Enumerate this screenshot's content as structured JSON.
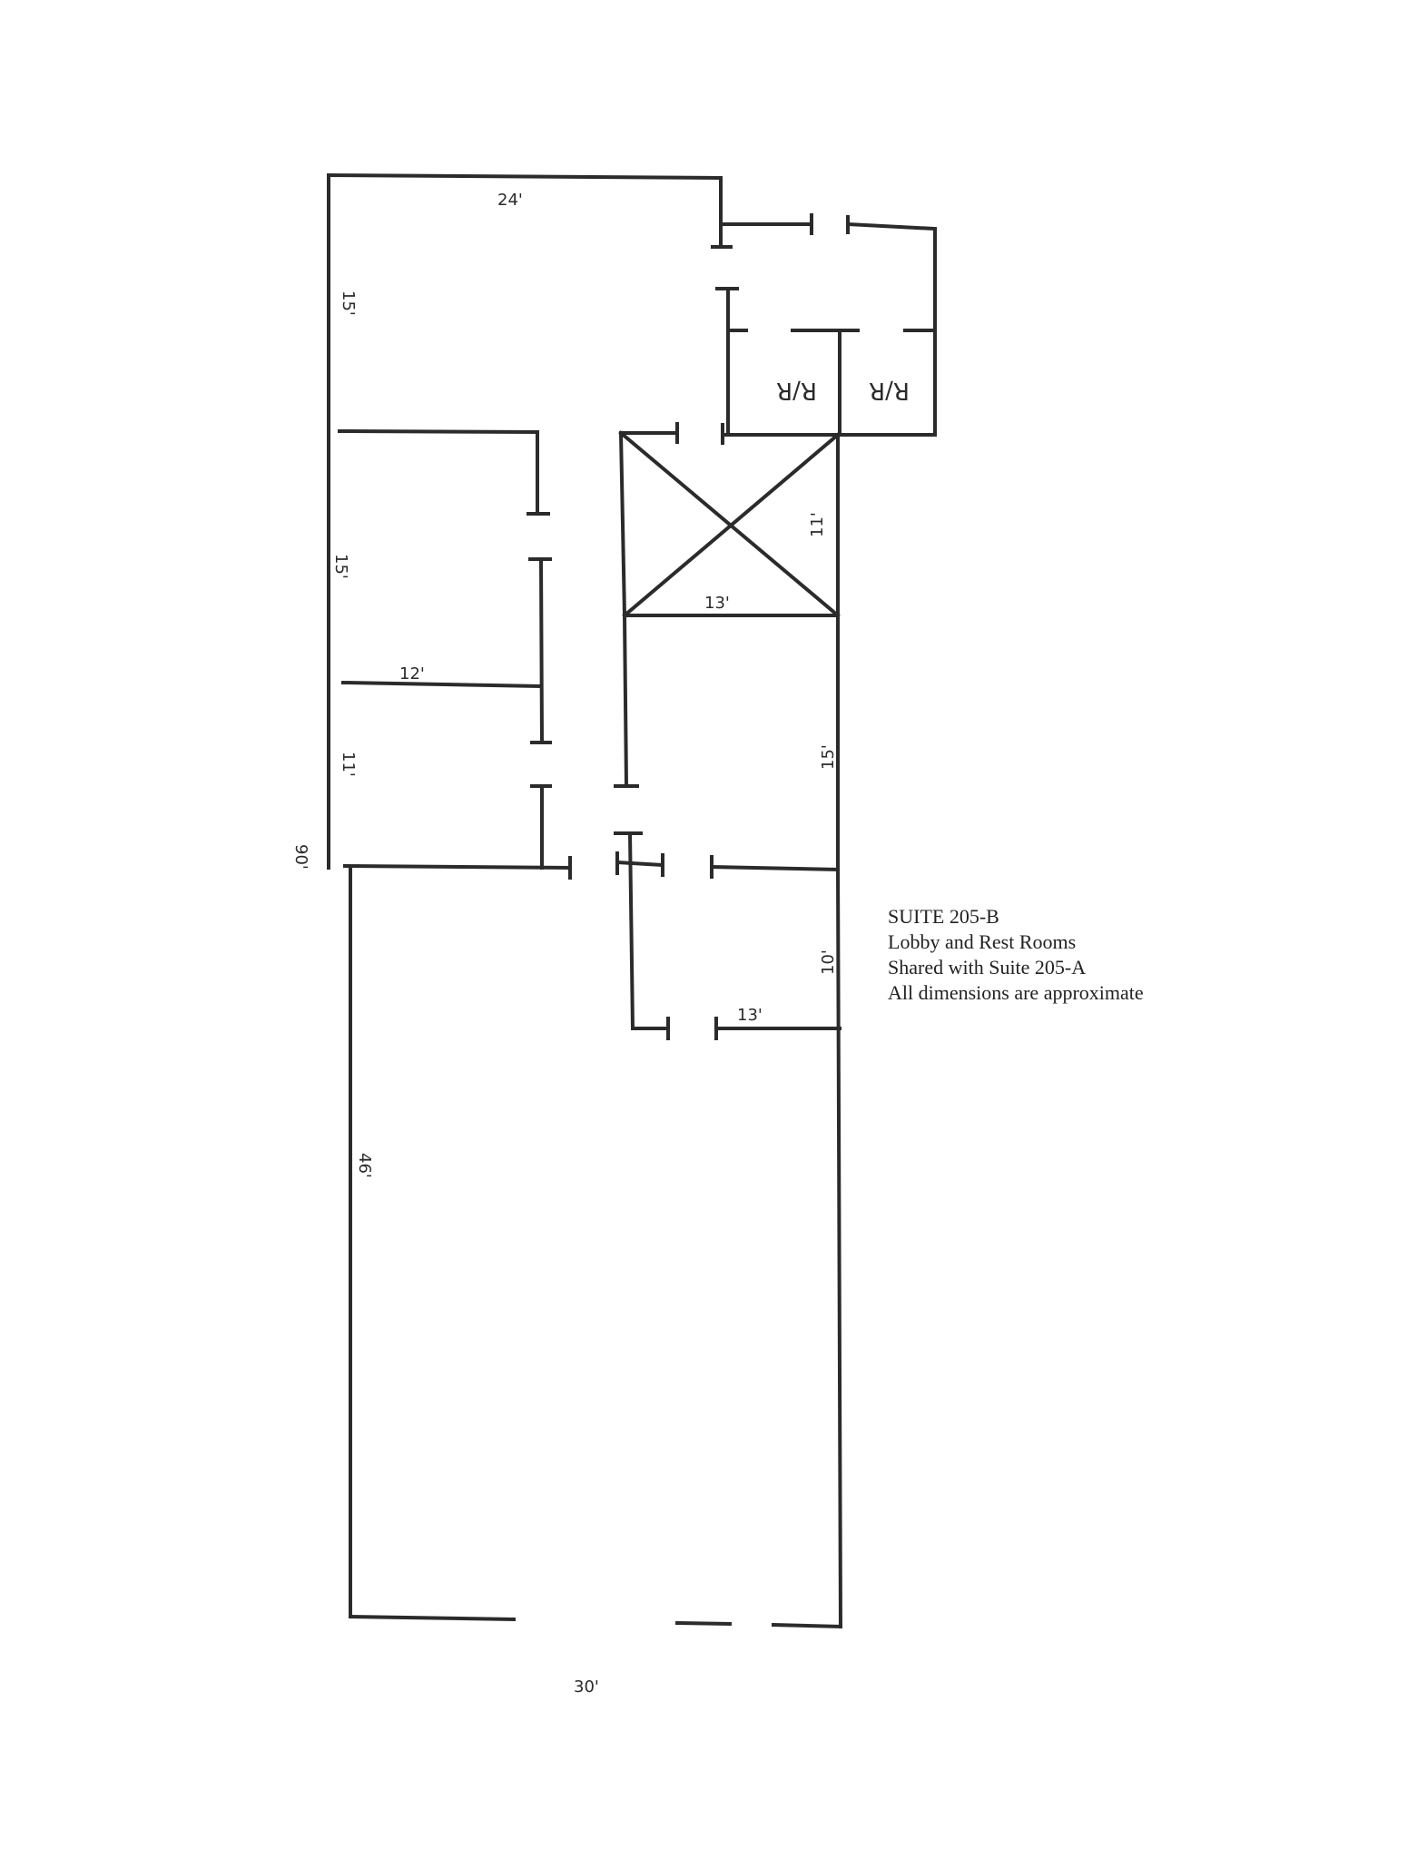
{
  "plan": {
    "dimensions": {
      "top_width": "24'",
      "upper_left_room": "15'",
      "office_height": "15'",
      "office_width": "12'",
      "office_small_height": "11'",
      "total_depth": "90'",
      "rear_area_depth": "46'",
      "bottom_width": "30'",
      "elevator_width": "13'",
      "elevator_height": "11'",
      "mid_room_height": "15'",
      "lower_room_height": "10'",
      "lower_room_width": "13'"
    },
    "rest_room_label_1": "R/R",
    "rest_room_label_2": "R/R"
  },
  "notes": {
    "line1": "SUITE 205-B",
    "line2": "Lobby and Rest Rooms",
    "line3": "Shared with Suite 205-A",
    "line4": "All dimensions are approximate"
  }
}
